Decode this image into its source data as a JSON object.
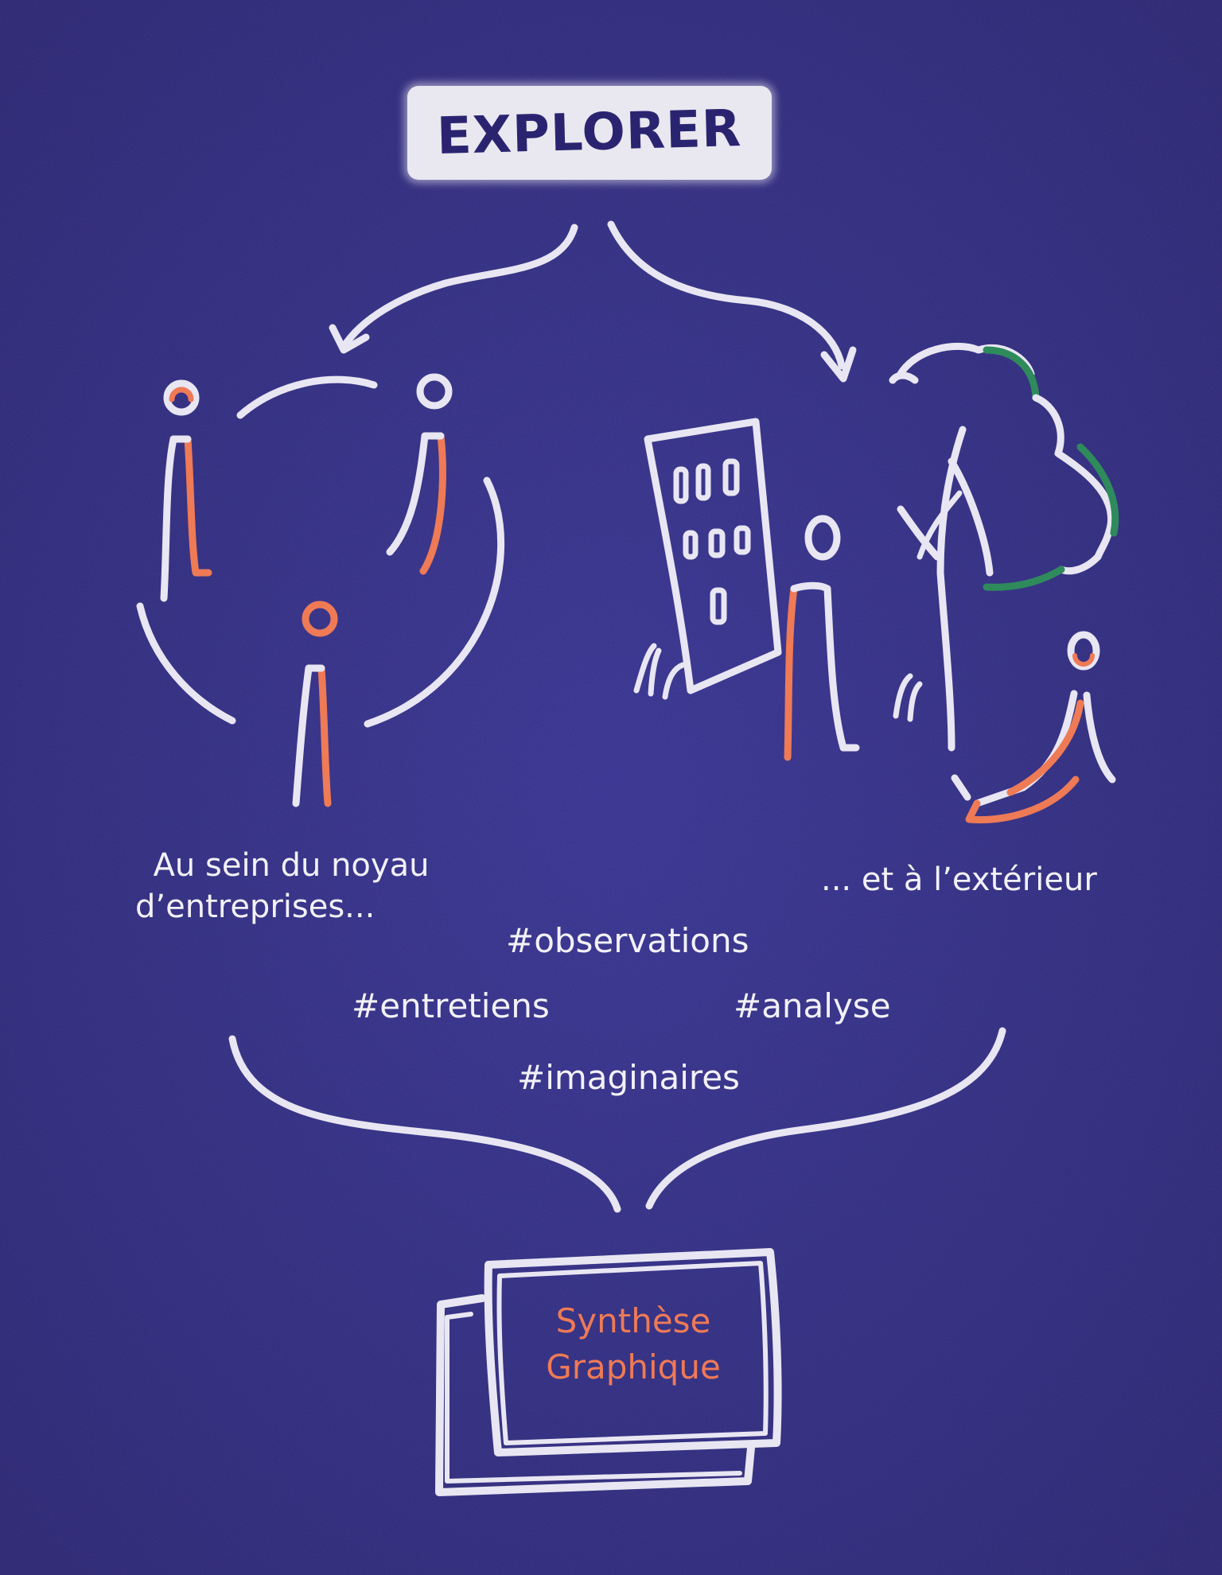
{
  "title": "EXPLORER",
  "labels": {
    "left_line1": "Au sein du noyau",
    "left_line2": "d’entreprises...",
    "right": "... et à l’extérieur"
  },
  "hashtags": {
    "observations": "#observations",
    "entretiens": "#entretiens",
    "analyse": "#analyse",
    "imaginaires": "#imaginaires"
  },
  "synthesis": {
    "line1": "Synthèse",
    "line2": "Graphique"
  },
  "colors": {
    "background": "#2f2a86",
    "chalk": "#e8e6f2",
    "accent_orange": "#ee7a56",
    "accent_green": "#2f8a5c",
    "title_box": "#e9e8f0",
    "title_text": "#2a2470"
  }
}
